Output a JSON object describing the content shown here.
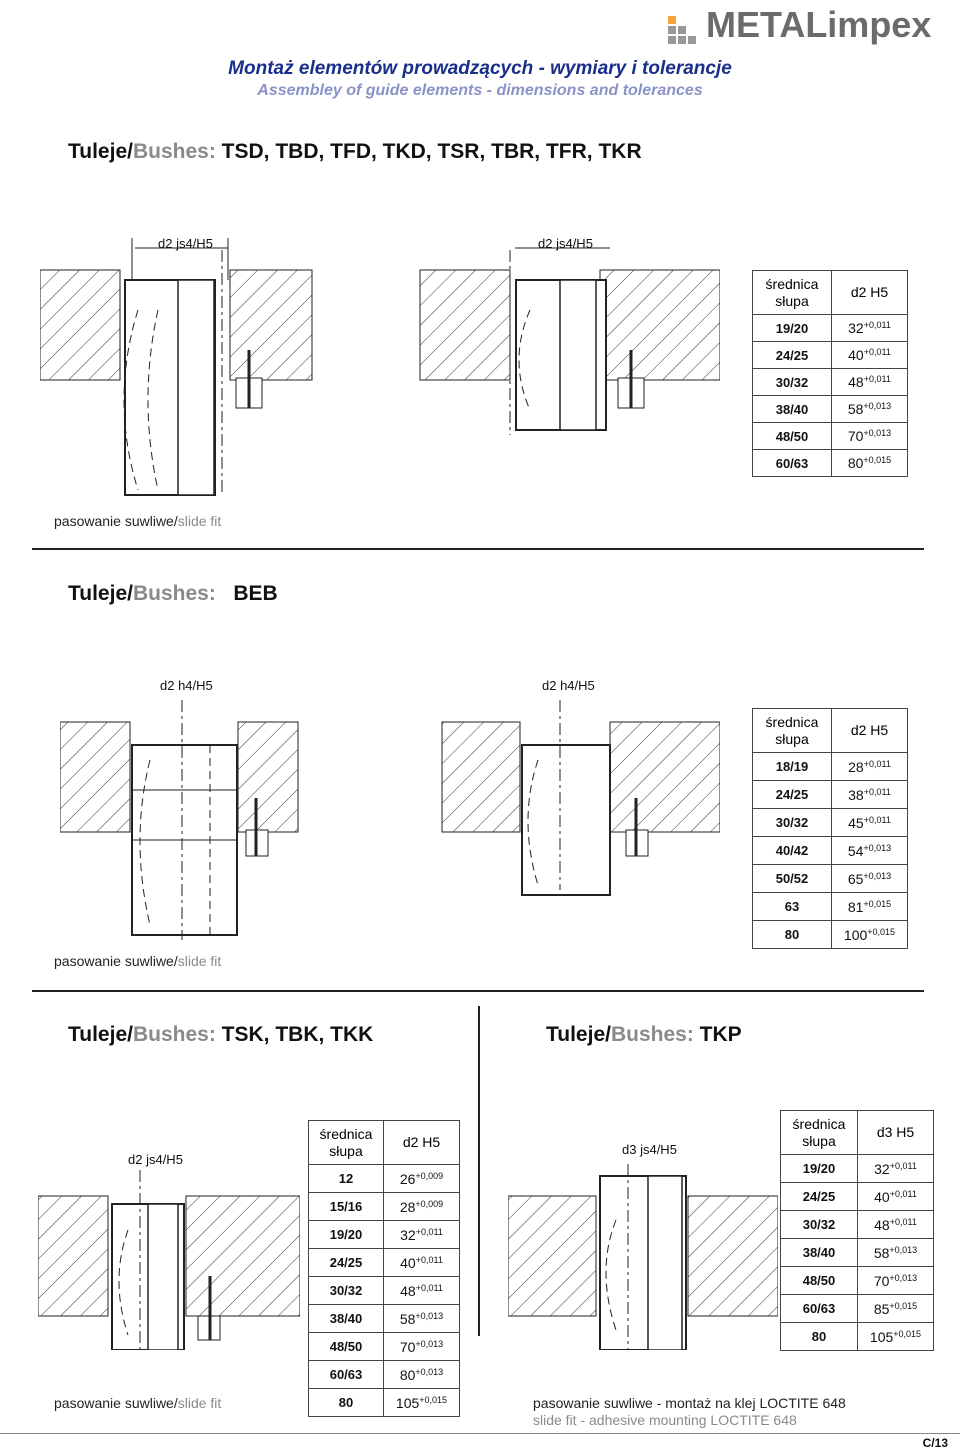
{
  "header": {
    "brand": "METALimpex",
    "title_pl": "Montaż elementów prowadzących - wymiary i tolerancje",
    "title_en": "Assembley of guide elements - dimensions and tolerances"
  },
  "section1": {
    "title_pl": "Tuleje/",
    "title_en": "Bushes:",
    "title_codes": " TSD, TBD, TFD, TKD, TSR, TBR, TFR, TKR",
    "dim_left": "d2 js4/H5",
    "dim_right": "d2 js4/H5",
    "fit_pl": "pasowanie suwliwe/",
    "fit_en": "slide fit",
    "table": {
      "col1": "średnica słupa",
      "col2": "d2 H5",
      "rows": [
        {
          "size": "19/20",
          "val": "32",
          "tol": "+0,011"
        },
        {
          "size": "24/25",
          "val": "40",
          "tol": "+0,011"
        },
        {
          "size": "30/32",
          "val": "48",
          "tol": "+0,011"
        },
        {
          "size": "38/40",
          "val": "58",
          "tol": "+0,013"
        },
        {
          "size": "48/50",
          "val": "70",
          "tol": "+0,013"
        },
        {
          "size": "60/63",
          "val": "80",
          "tol": "+0,015"
        }
      ]
    }
  },
  "section2": {
    "title_pl": "Tuleje/",
    "title_en": "Bushes:",
    "title_codes": "BEB",
    "dim_left": "d2 h4/H5",
    "dim_right": "d2 h4/H5",
    "fit_pl": "pasowanie suwliwe/",
    "fit_en": "slide fit",
    "table": {
      "col1": "średnica słupa",
      "col2": "d2 H5",
      "rows": [
        {
          "size": "18/19",
          "val": "28",
          "tol": "+0,011"
        },
        {
          "size": "24/25",
          "val": "38",
          "tol": "+0,011"
        },
        {
          "size": "30/32",
          "val": "45",
          "tol": "+0,011"
        },
        {
          "size": "40/42",
          "val": "54",
          "tol": "+0,013"
        },
        {
          "size": "50/52",
          "val": "65",
          "tol": "+0,013"
        },
        {
          "size": "63",
          "val": "81",
          "tol": "+0,015"
        },
        {
          "size": "80",
          "val": "100",
          "tol": "+0,015"
        }
      ]
    }
  },
  "section3": {
    "title_pl": "Tuleje/",
    "title_en": "Bushes:",
    "title_codes": " TSK, TBK, TKK",
    "dim": "d2 js4/H5",
    "fit_pl": "pasowanie suwliwe/",
    "fit_en": "slide fit",
    "table": {
      "col1": "średnica słupa",
      "col2": "d2 H5",
      "rows": [
        {
          "size": "12",
          "val": "26",
          "tol": "+0,009"
        },
        {
          "size": "15/16",
          "val": "28",
          "tol": "+0,009"
        },
        {
          "size": "19/20",
          "val": "32",
          "tol": "+0,011"
        },
        {
          "size": "24/25",
          "val": "40",
          "tol": "+0,011"
        },
        {
          "size": "30/32",
          "val": "48",
          "tol": "+0,011"
        },
        {
          "size": "38/40",
          "val": "58",
          "tol": "+0,013"
        },
        {
          "size": "48/50",
          "val": "70",
          "tol": "+0,013"
        },
        {
          "size": "60/63",
          "val": "80",
          "tol": "+0,013"
        },
        {
          "size": "80",
          "val": "105",
          "tol": "+0,015"
        }
      ]
    }
  },
  "section4": {
    "title_pl": "Tuleje/",
    "title_en": "Bushes:",
    "title_codes": " TKP",
    "dim": "d3 js4/H5",
    "fit_line1": "pasowanie suwliwe - montaż na klej LOCTITE 648",
    "fit_line2": "slide fit - adhesive mounting LOCTITE 648",
    "table": {
      "col1": "średnica słupa",
      "col2": "d3 H5",
      "rows": [
        {
          "size": "19/20",
          "val": "32",
          "tol": "+0,011"
        },
        {
          "size": "24/25",
          "val": "40",
          "tol": "+0,011"
        },
        {
          "size": "30/32",
          "val": "48",
          "tol": "+0,011"
        },
        {
          "size": "38/40",
          "val": "58",
          "tol": "+0,013"
        },
        {
          "size": "48/50",
          "val": "70",
          "tol": "+0,013"
        },
        {
          "size": "60/63",
          "val": "85",
          "tol": "+0,015"
        },
        {
          "size": "80",
          "val": "105",
          "tol": "+0,015"
        }
      ]
    }
  },
  "page": {
    "number": "C/13"
  }
}
